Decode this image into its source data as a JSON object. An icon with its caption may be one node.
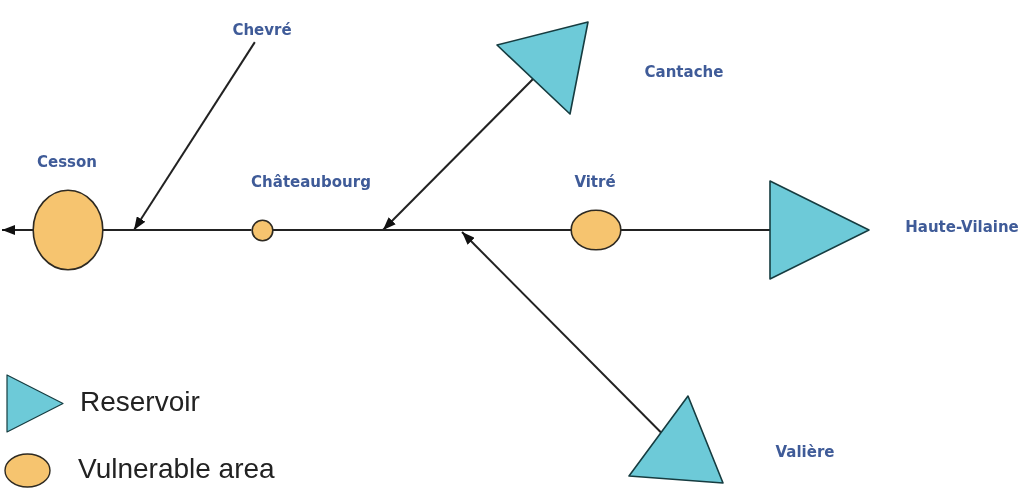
{
  "diagram": {
    "nodes": [
      {
        "text": [
          "Chevré"
        ]
      },
      {
        "text": [],
        "shape": "triangle",
        "beside": [
          "Cantache"
        ]
      },
      {
        "text": [],
        "shape": "circle",
        "beside": [
          "Cesson"
        ]
      },
      {
        "text": [],
        "shape": "circle",
        "beside": [
          "Châteaubourg"
        ]
      },
      {
        "text": [],
        "shape": "ellipse",
        "beside": [
          "Vitré"
        ]
      },
      {
        "text": [],
        "shape": "triangle",
        "beside": [
          "Haute-Vilaine"
        ]
      },
      {
        "text": [],
        "shape": "triangle",
        "beside": [
          "Valière"
        ]
      }
    ],
    "edges": [
      {
        "from": 0,
        "to": null,
        "arrow": "to"
      },
      {
        "from": 1,
        "to": null,
        "arrow": "to"
      },
      {
        "from": 5,
        "to": 4,
        "arrow": "none"
      },
      {
        "from": 4,
        "to": 3,
        "arrow": "none"
      },
      {
        "from": 3,
        "to": 2,
        "arrow": "none"
      },
      {
        "from": 2,
        "to": null,
        "arrow": "to"
      },
      {
        "from": 6,
        "to": null,
        "arrow": "to"
      }
    ],
    "legend": [
      {
        "text": "Reservoir"
      },
      {
        "text": "Vulnerable area"
      }
    ]
  }
}
